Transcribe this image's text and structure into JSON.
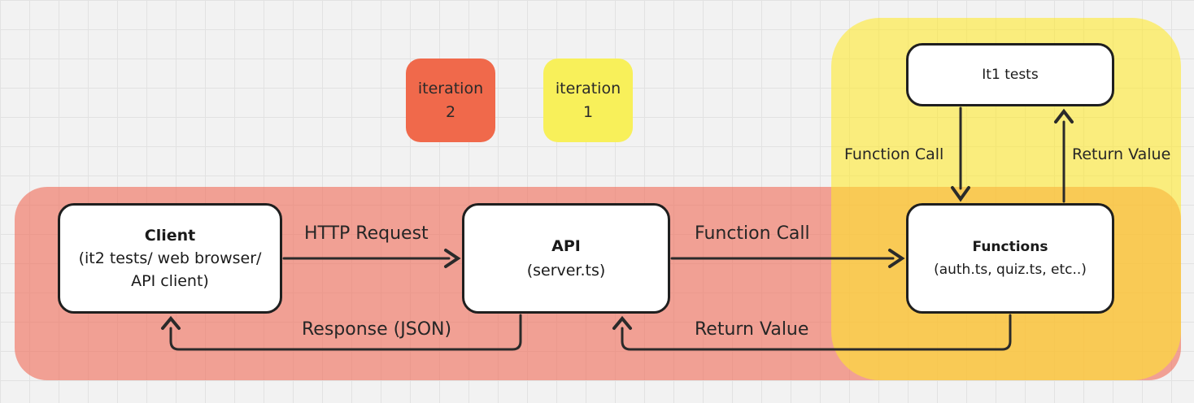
{
  "legend": {
    "iteration_2": {
      "line1": "iteration",
      "line2": "2",
      "color": "#f0694b"
    },
    "iteration_1": {
      "line1": "iteration",
      "line2": "1",
      "color": "#f8f05a"
    }
  },
  "nodes": {
    "client": {
      "title": "Client",
      "line1": "(it2 tests/ web browser/",
      "line2": "API client)"
    },
    "api": {
      "title": "API",
      "subtitle": "(server.ts)"
    },
    "functions": {
      "title": "Functions",
      "subtitle": "(auth.ts, quiz.ts, etc..)"
    },
    "it1_tests": {
      "title": "It1 tests"
    }
  },
  "edges": {
    "client_to_api": "HTTP Request",
    "api_to_client": "Response (JSON)",
    "api_to_functions": "Function Call",
    "functions_to_api": "Return Value",
    "it1_to_functions": "Function Call",
    "functions_to_it1": "Return Value"
  },
  "colors": {
    "iteration_2_region": "#f06e5a",
    "iteration_1_region": "#ffe828",
    "node_border": "#1f1f1f",
    "edge": "#2a2a2a"
  }
}
